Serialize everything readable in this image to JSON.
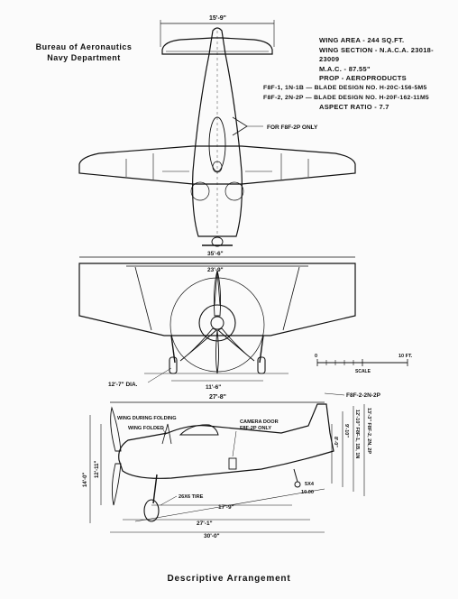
{
  "header": {
    "org_line1": "Bureau of Aeronautics",
    "org_line2": "Navy Department"
  },
  "specs": {
    "wing_area": "WING AREA - 244 SQ.FT.",
    "wing_section": "WING SECTION - N.A.C.A. 23018-23009",
    "mac": "M.A.C. - 87.55\"",
    "prop": "PROP - AEROPRODUCTS",
    "blade1": "F8F-1, 1N-1B — BLADE DESIGN NO. H-20C-156-5M5",
    "blade2": "F8F-2, 2N-2P — BLADE DESIGN NO. H-20F-162-11M5",
    "aspect": "ASPECT RATIO - 7.7"
  },
  "top_view": {
    "tail_span": "15'-9\"",
    "note": "FOR F8F-2P ONLY"
  },
  "front_view": {
    "span1": "35'-6\"",
    "span2": "23'-9\"",
    "prop_dia": "12'-7\" DIA.",
    "tread": "11'-6\""
  },
  "scale": {
    "zero": "0",
    "ten": "10 FT.",
    "label": "SCALE"
  },
  "side_view": {
    "length_top": "27'-8\"",
    "version": "F8F-2-2N-2P",
    "wing_folding": "WING DURING FOLDING",
    "wing_folded": "WING FOLDED",
    "camera": "CAMERA DOOR",
    "camera2": "F8F-2P ONLY",
    "tire": "26X6 TIRE",
    "tail_tire": "5X4",
    "angle": "10.00",
    "d1": "17'-9\"",
    "d2": "27'-1\"",
    "d3": "30'-0\"",
    "h1": "14'-0\"",
    "h2": "12'-11\"",
    "v1": "13'-3\" F8F-2, 2N, 2P",
    "v2": "12'-10\" F8F-1, 1B, 1N",
    "v3": "9'-10\"",
    "v4": "8'-0\""
  },
  "caption": "Descriptive Arrangement"
}
